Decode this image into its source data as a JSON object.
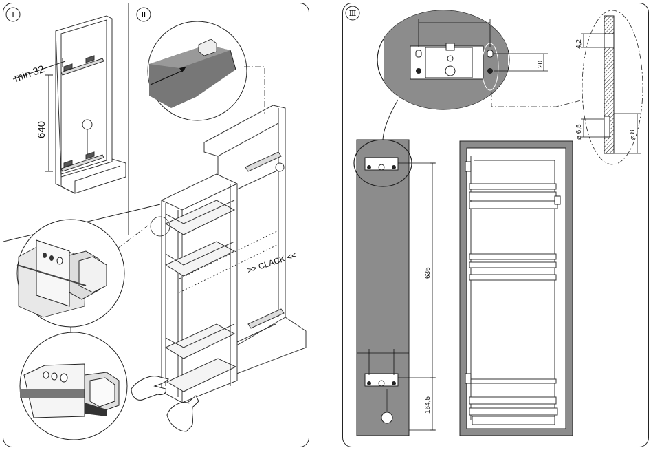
{
  "steps": {
    "step1": "Ⅰ",
    "step2": "Ⅱ",
    "step3": "Ⅲ"
  },
  "step1_dims": {
    "min_width": "min 32",
    "height": "640"
  },
  "step2": {
    "clack_label": ">> CLACK <<"
  },
  "step3_dims": {
    "detail_20": "20",
    "detail_4_2": "4,2",
    "detail_6_5": "⌀ 6,5",
    "detail_8": "⌀ 8",
    "spacing_636": "636",
    "spacing_164_5": "164,5"
  },
  "colors": {
    "cabinet_grey": "#8c8c8c",
    "line": "#222222"
  }
}
